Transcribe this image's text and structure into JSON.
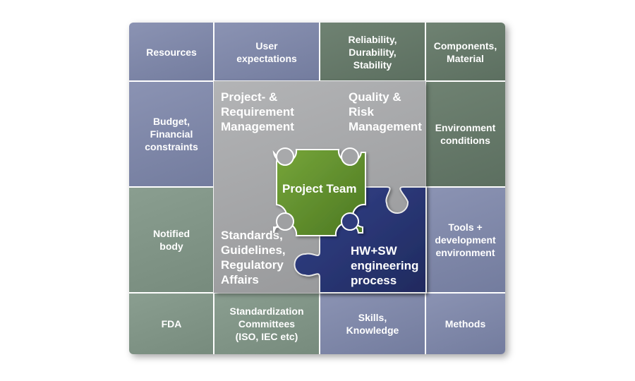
{
  "cells": {
    "resources": "Resources",
    "user_expectations": "User\nexpectations",
    "reliability": "Reliability,\nDurability,\nStability",
    "components": "Components,\nMaterial",
    "budget": "Budget,\nFinancial\nconstraints",
    "environment": "Environment\nconditions",
    "notified_body": "Notified\nbody",
    "tools": "Tools +\ndevelopment\nenvironment",
    "fda": "FDA",
    "standardization": "Standardization\nCommittees\n(ISO, IEC etc)",
    "skills": "Skills,\nKnowledge",
    "methods": "Methods"
  },
  "center": {
    "project_requirement": "Project- &\nRequirement\nManagement",
    "quality_risk": "Quality &\nRisk\nManagement",
    "standards": "Standards,\nGuidelines,\nRegulatory\nAffairs",
    "hw_sw": "HW+SW\nengineering\nprocess",
    "project_team": "Project Team"
  },
  "colors": {
    "blue_cell": "#7d86a8",
    "green_cell": "#66796a",
    "grey_green_cell": "#83978a",
    "center_grey": "#a5a6a8",
    "puzzle_green": "#5f8a2c",
    "puzzle_navy": "#27336b"
  }
}
